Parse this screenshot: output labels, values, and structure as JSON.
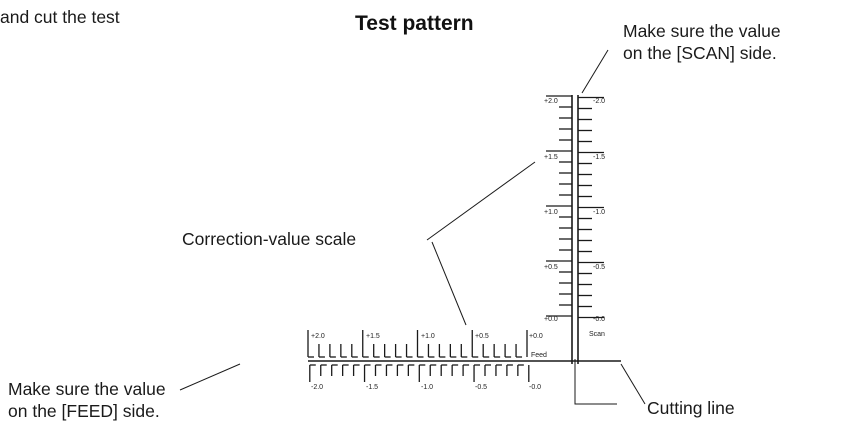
{
  "texts": {
    "cut_text": "and cut the test",
    "title": "Test pattern",
    "scan_note_line1": "Make sure the value",
    "scan_note_line2": "on the [SCAN] side.",
    "scale_label": "Correction-value scale",
    "feed_note_line1": "Make sure the value",
    "feed_note_line2": "on the [FEED] side.",
    "cutting_line": "Cutting line",
    "scan_axis": "Scan",
    "feed_axis": "Feed"
  },
  "scan_scale_labels": {
    "left": [
      "+2.0",
      "+1.5",
      "+1.0",
      "+0.5",
      "+0.0"
    ],
    "right": [
      "-2.0",
      "-1.5",
      "-1.0",
      "-0.5",
      "-0.0"
    ]
  },
  "feed_scale_labels": {
    "top": [
      "+2.0",
      "+1.5",
      "+1.0",
      "+0.5",
      "+0.0"
    ],
    "bottom": [
      "-2.0",
      "-1.5",
      "-1.0",
      "-0.5",
      "-0.0"
    ]
  },
  "colors": {
    "ink": "#1a1a1a",
    "background": "#ffffff"
  }
}
